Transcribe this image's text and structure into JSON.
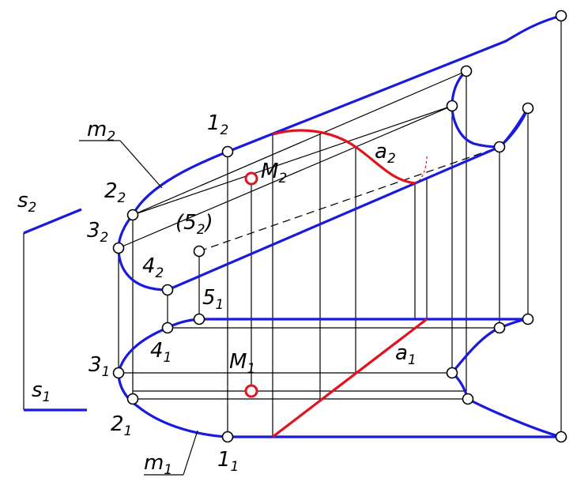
{
  "labels": {
    "m2": "m",
    "m2_sub": "2",
    "m1": "m",
    "m1_sub": "1",
    "s2": "s",
    "s2_sub": "2",
    "s1": "s",
    "s1_sub": "1",
    "p1_2": "1",
    "p1_2_sub": "2",
    "p2_2": "2",
    "p2_2_sub": "2",
    "p3_2": "3",
    "p3_2_sub": "2",
    "p4_2": "4",
    "p4_2_sub": "2",
    "p5_2_open": "(5",
    "p5_2_sub": "2",
    "p5_2_close": ")",
    "p5_1": "5",
    "p5_1_sub": "1",
    "p4_1": "4",
    "p4_1_sub": "1",
    "p3_1": "3",
    "p3_1_sub": "1",
    "p2_1": "2",
    "p2_1_sub": "1",
    "p1_1": "1",
    "p1_1_sub": "1",
    "M2": "M",
    "M2_sub": "2",
    "M1": "M",
    "M1_sub": "1",
    "a2": "a",
    "a2_sub": "2",
    "a1": "a",
    "a1_sub": "1"
  },
  "colors": {
    "curve": "#1a1adc",
    "highlight": "#e0141e",
    "line": "#000000"
  }
}
